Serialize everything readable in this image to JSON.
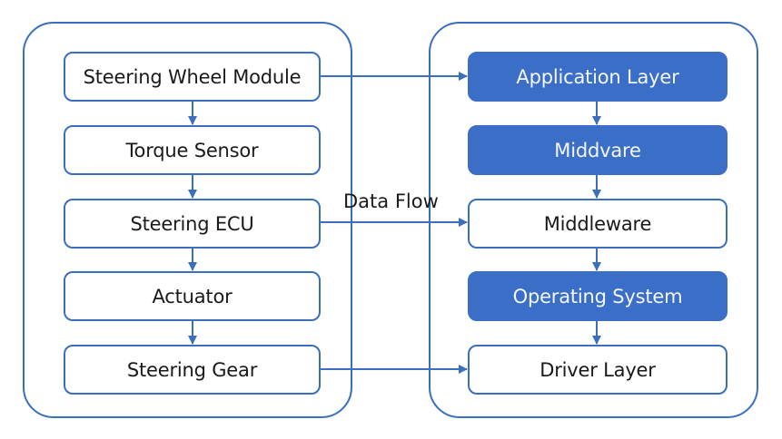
{
  "colors": {
    "line": "#3a6fbf",
    "filled_box": "#3b6fc7",
    "filled_text": "#f4f7fd",
    "text": "#1a1a1a"
  },
  "left_column": {
    "items": [
      {
        "label": "Steering Wheel Module",
        "filled": false
      },
      {
        "label": "Torque Sensor",
        "filled": false
      },
      {
        "label": "Steering ECU",
        "filled": false
      },
      {
        "label": "Actuator",
        "filled": false
      },
      {
        "label": "Steering Gear",
        "filled": false
      }
    ]
  },
  "right_column": {
    "items": [
      {
        "label": "Application Layer",
        "filled": true
      },
      {
        "label": "Middvare",
        "filled": true
      },
      {
        "label": "Middleware",
        "filled": false
      },
      {
        "label": "Operating System",
        "filled": true
      },
      {
        "label": "Driver Layer",
        "filled": false
      }
    ]
  },
  "connections": [
    {
      "from": "Steering Wheel Module",
      "to": "Application Layer"
    },
    {
      "from": "Steering ECU",
      "to": "Middleware"
    },
    {
      "from": "Steering Gear",
      "to": "Driver Layer"
    }
  ],
  "data_flow_label": "Data Flow"
}
